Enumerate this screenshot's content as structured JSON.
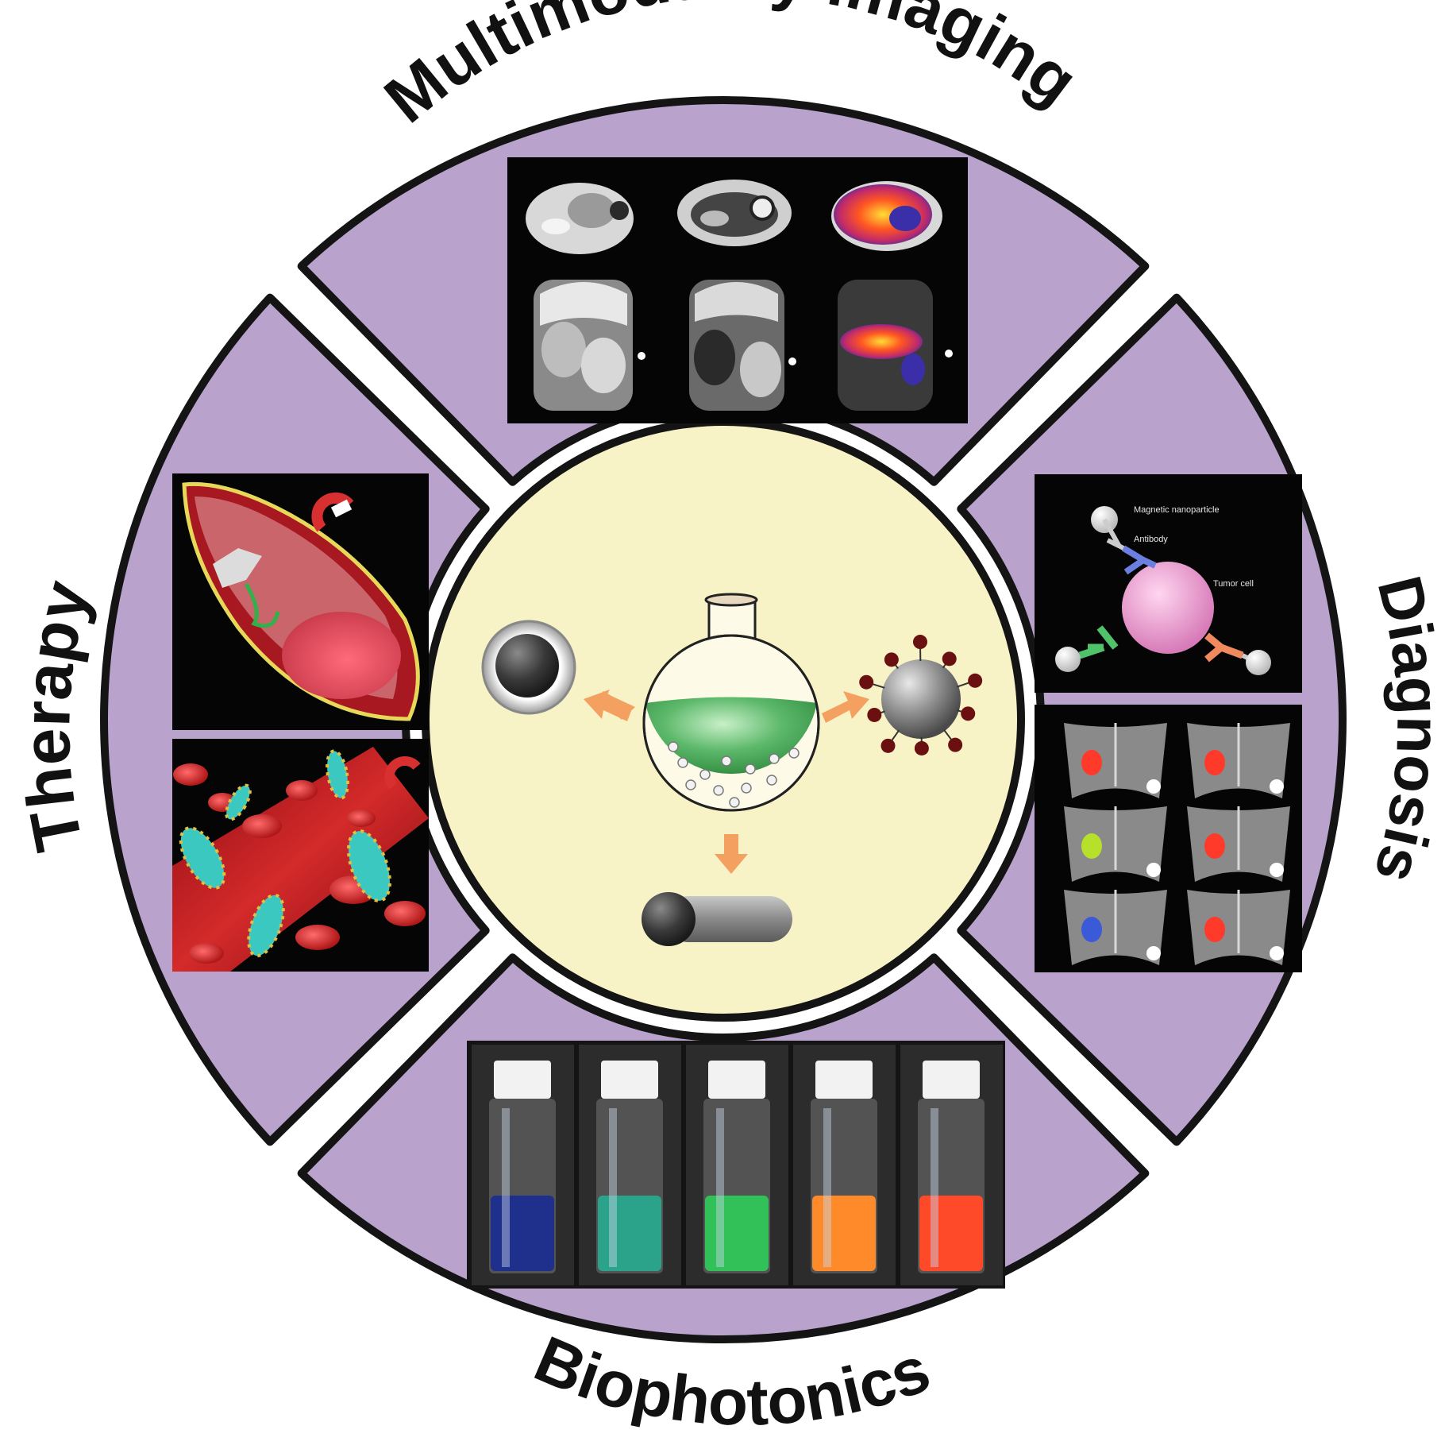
{
  "sections": {
    "top": {
      "label": "Multimodality imaging"
    },
    "right": {
      "label": "Diagnosis"
    },
    "bottom": {
      "label": "Biophotonics"
    },
    "left": {
      "label": "Therapy"
    }
  },
  "colors": {
    "ring_fill": "#b9a2cb",
    "ring_stroke": "#141414",
    "center_fill": "#f8f3c6",
    "arrow": "#f3a060",
    "flask_liquid": "#5cb86a",
    "nanoparticle": "#555555",
    "antibody_blue": "#6b7fe0",
    "antibody_green": "#4fc26a",
    "antibody_orange": "#f08a5e",
    "tumor_cell": "#f2a6d8"
  },
  "biophotonics_vials": [
    "#1f2f8c",
    "#2aa38a",
    "#32c058",
    "#ff8a2a",
    "#ff4a2a"
  ],
  "diagnosis_figure": {
    "magnetic_nanoparticle_label": "Magnetic nanoparticle",
    "antibody_label": "Antibody",
    "tumor_cell_label": "Tumor cell"
  }
}
